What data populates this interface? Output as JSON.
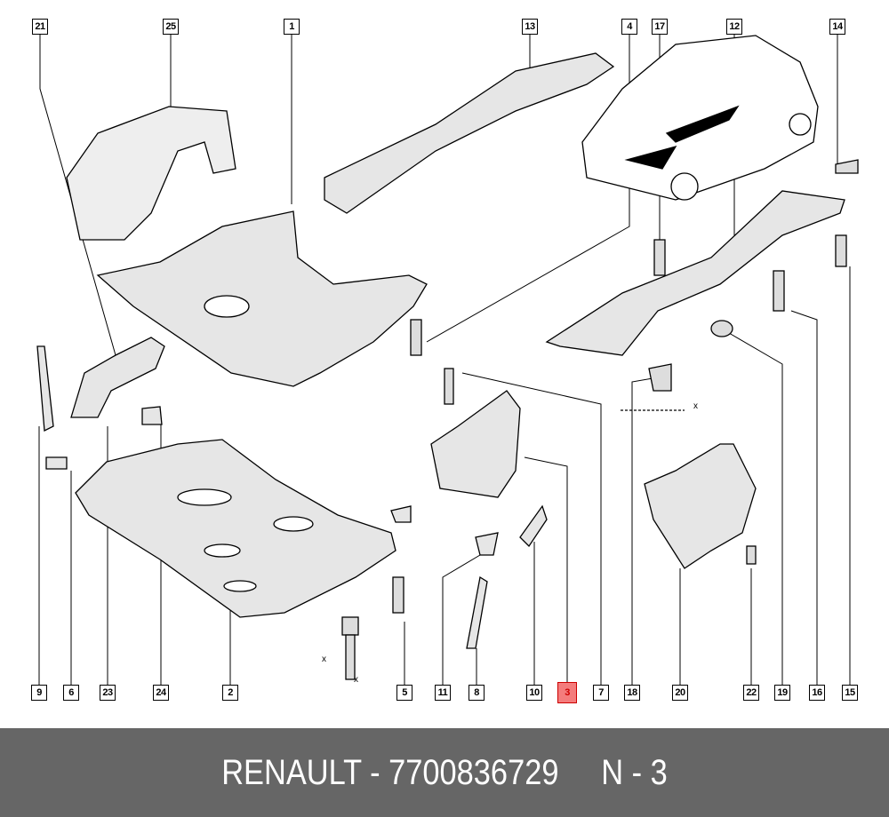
{
  "callouts": {
    "top": [
      "21",
      "25",
      "1",
      "13",
      "4",
      "17",
      "12",
      "14"
    ],
    "bottom": [
      "9",
      "6",
      "23",
      "24",
      "2",
      "5",
      "11",
      "8",
      "10",
      "3",
      "7",
      "18",
      "20",
      "22",
      "19",
      "16",
      "15"
    ]
  },
  "highlighted": "3",
  "highlight_color": "#f47c7c",
  "dimension_label": "x",
  "footer": {
    "text": "RENAULT - 7700836729     N - 3",
    "background": "#666666"
  }
}
